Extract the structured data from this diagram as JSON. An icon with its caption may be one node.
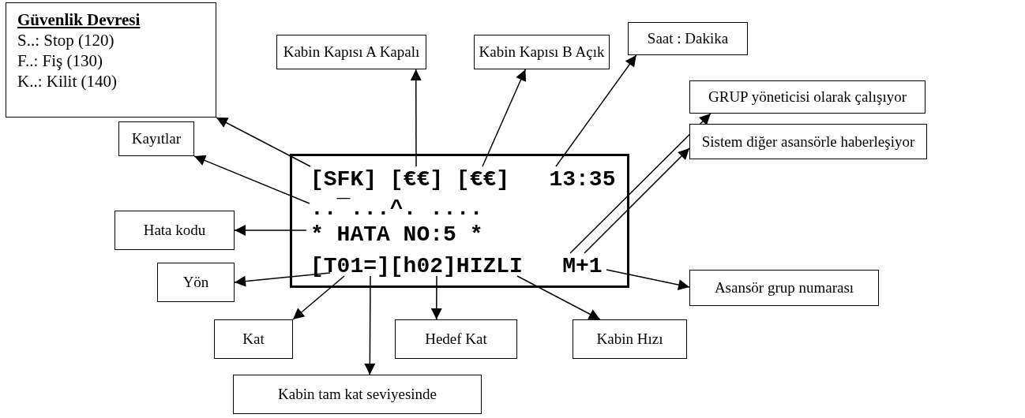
{
  "diagram": {
    "nodes": [
      {
        "text": [
          "[SFK] [€€] [€€]   13:35",
          "..‾...^. ....",
          "* HATA NO:5 *",
          "[T01=][h02]HIZLI   M+1"
        ]
      },
      {
        "text": [
          "Güvenlik Devresi",
          "S..: Stop (120)",
          "F..: Fiş (130)",
          "K..: Kilit (140)"
        ]
      },
      {
        "text": [
          "Kabin Kapısı A Kapalı"
        ]
      },
      {
        "text": [
          "Kabin Kapısı B Açık"
        ]
      },
      {
        "text": [
          "Saat : Dakika"
        ]
      },
      {
        "text": [
          "GRUP yöneticisi olarak çalışıyor"
        ]
      },
      {
        "text": [
          "Kayıtlar"
        ]
      },
      {
        "text": [
          "Sistem diğer asansörle haberleşiyor"
        ]
      },
      {
        "text": [
          "Hata kodu"
        ]
      },
      {
        "text": [
          "Yön"
        ]
      },
      {
        "text": [
          "Asansör grup numarası"
        ]
      },
      {
        "text": [
          "Kat"
        ]
      },
      {
        "text": [
          "Hedef Kat"
        ]
      },
      {
        "text": [
          "Kabin Hızı"
        ]
      },
      {
        "text": [
          "Kabin tam kat seviyesinde"
        ]
      }
    ],
    "edges": [
      {
        "from": 0,
        "to": 1,
        "arrow": "to"
      },
      {
        "from": 0,
        "to": 2,
        "arrow": "to"
      },
      {
        "from": 0,
        "to": 3,
        "arrow": "to"
      },
      {
        "from": 0,
        "to": 4,
        "arrow": "to"
      },
      {
        "from": 0,
        "to": 5,
        "arrow": "to"
      },
      {
        "from": 0,
        "to": 6,
        "arrow": "to"
      },
      {
        "from": 0,
        "to": 7,
        "arrow": "to"
      },
      {
        "from": 0,
        "to": 8,
        "arrow": "to"
      },
      {
        "from": 0,
        "to": 9,
        "arrow": "to"
      },
      {
        "from": 0,
        "to": 10,
        "arrow": "to"
      },
      {
        "from": 0,
        "to": 11,
        "arrow": "to"
      },
      {
        "from": 0,
        "to": 12,
        "arrow": "to"
      },
      {
        "from": 0,
        "to": 13,
        "arrow": "to"
      },
      {
        "from": 0,
        "to": 14,
        "arrow": "to"
      }
    ]
  }
}
